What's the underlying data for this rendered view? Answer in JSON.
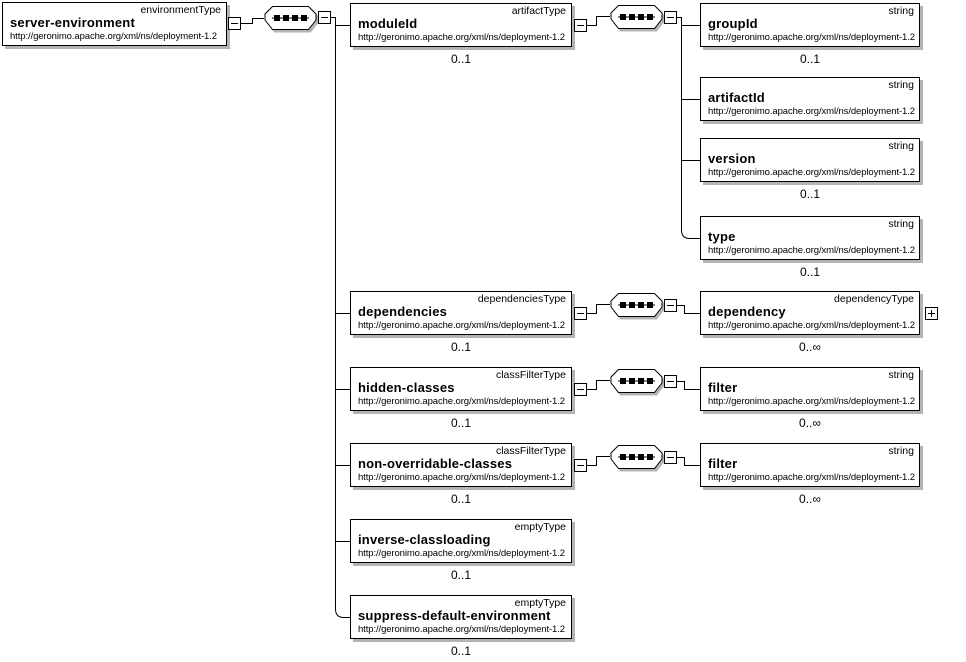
{
  "diagram": {
    "kind": "xml-schema-content-model",
    "namespace": "http://geronimo.apache.org/xml/ns/deployment-1.2",
    "colors": {
      "box_fill": "#ffffff",
      "box_border": "#000000",
      "shadow": "#b4b4b4",
      "text": "#000000"
    },
    "compositor": "sequence",
    "nodes": [
      {
        "name": "server-environment",
        "type_label": "environmentType",
        "url": "http://geronimo.apache.org/xml/ns/deployment-1.2"
      },
      {
        "name": "moduleId",
        "type_label": "artifactType",
        "url": "http://geronimo.apache.org/xml/ns/deployment-1.2",
        "cardinality": "0..1"
      },
      {
        "name": "dependencies",
        "type_label": "dependenciesType",
        "url": "http://geronimo.apache.org/xml/ns/deployment-1.2",
        "cardinality": "0..1"
      },
      {
        "name": "hidden-classes",
        "type_label": "classFilterType",
        "url": "http://geronimo.apache.org/xml/ns/deployment-1.2",
        "cardinality": "0..1"
      },
      {
        "name": "non-overridable-classes",
        "type_label": "classFilterType",
        "url": "http://geronimo.apache.org/xml/ns/deployment-1.2",
        "cardinality": "0..1"
      },
      {
        "name": "inverse-classloading",
        "type_label": "emptyType",
        "url": "http://geronimo.apache.org/xml/ns/deployment-1.2",
        "cardinality": "0..1"
      },
      {
        "name": "suppress-default-environment",
        "type_label": "emptyType",
        "url": "http://geronimo.apache.org/xml/ns/deployment-1.2",
        "cardinality": "0..1"
      },
      {
        "name": "groupId",
        "type_label": "string",
        "url": "http://geronimo.apache.org/xml/ns/deployment-1.2",
        "cardinality": "0..1"
      },
      {
        "name": "artifactId",
        "type_label": "string",
        "url": "http://geronimo.apache.org/xml/ns/deployment-1.2"
      },
      {
        "name": "version",
        "type_label": "string",
        "url": "http://geronimo.apache.org/xml/ns/deployment-1.2",
        "cardinality": "0..1"
      },
      {
        "name": "type",
        "type_label": "string",
        "url": "http://geronimo.apache.org/xml/ns/deployment-1.2",
        "cardinality": "0..1"
      },
      {
        "name": "dependency",
        "type_label": "dependencyType",
        "url": "http://geronimo.apache.org/xml/ns/deployment-1.2",
        "cardinality": "0..∞"
      },
      {
        "name": "filter",
        "type_label": "string",
        "url": "http://geronimo.apache.org/xml/ns/deployment-1.2",
        "cardinality": "0..∞"
      },
      {
        "name": "filter",
        "type_label": "string",
        "url": "http://geronimo.apache.org/xml/ns/deployment-1.2",
        "cardinality": "0..∞"
      }
    ]
  }
}
